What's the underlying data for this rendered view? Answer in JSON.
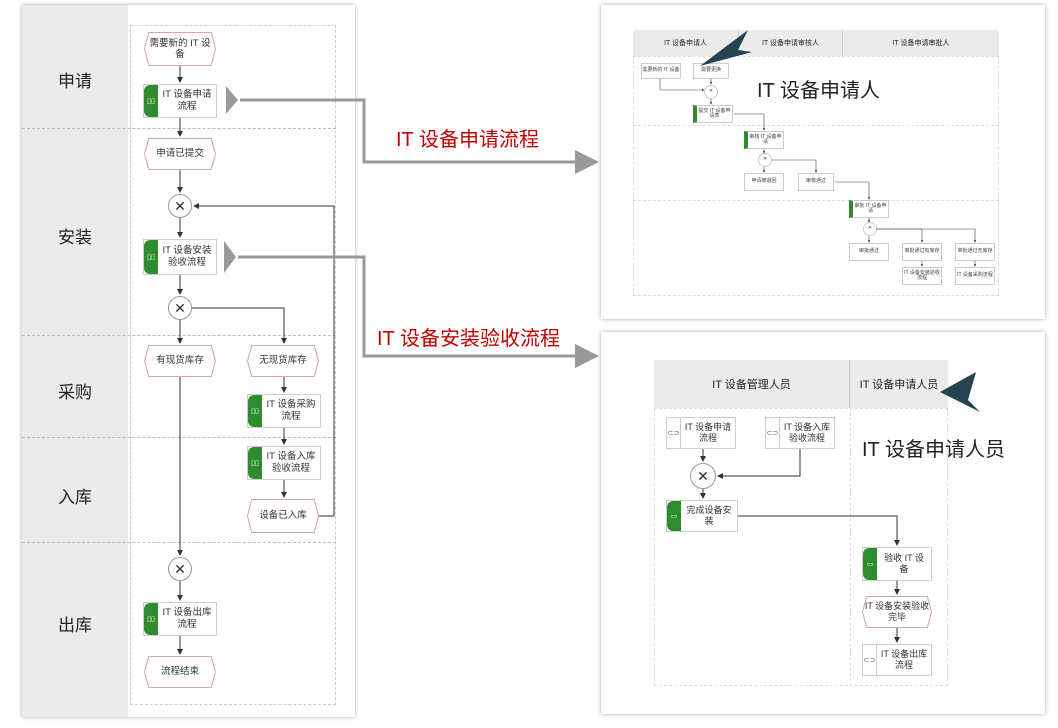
{
  "lanes": [
    "申请",
    "安装",
    "采购",
    "入库",
    "出库"
  ],
  "left": {
    "need_new": "需要新的 IT 设备",
    "apply_flow": "IT 设备申请流程",
    "submitted": "申请已提交",
    "install_flow": "IT 设备安装验收流程",
    "in_stock": "有现货库存",
    "no_stock": "无现货库存",
    "purchase_flow": "IT 设备采购流程",
    "inbound_flow": "IT 设备入库验收流程",
    "stored": "设备已入库",
    "outbound_flow": "IT 设备出库流程",
    "end": "流程结束"
  },
  "captions": {
    "apply_caption": "IT 设备申请流程",
    "install_caption": "IT 设备安装验收流程"
  },
  "top_right": {
    "headers": [
      "IT 设备申请人",
      "IT 设备申请审核人",
      "IT 设备申请审批人"
    ],
    "callout": "IT 设备申请人",
    "nodes": [
      "需要新的 IT 设备",
      "需要更换",
      "提交 IT 设备申请表",
      "审核 IT 设备申请",
      "申请被退回",
      "审核通过",
      "审批 IT 设备申请",
      "审批通过",
      "审批通过有库存",
      "审批通过无库存",
      "IT 设备安装验收流程",
      "IT 设备采购流程"
    ]
  },
  "bottom_right": {
    "headers": [
      "IT 设备管理人员",
      "IT 设备申请人员"
    ],
    "callout": "IT 设备申请人员",
    "apply_flow": "IT 设备申请流程",
    "inbound_flow": "IT 设备入库验收流程",
    "finish_install": "完成设备安装",
    "accept": "验收 IT 设备",
    "done": "IT 设备安装验收完毕",
    "outbound_flow": "IT 设备出库流程"
  },
  "colors": {
    "accent_green": "#2e8b2e",
    "caption_red": "#c00000",
    "callout_dark": "#25444f"
  }
}
